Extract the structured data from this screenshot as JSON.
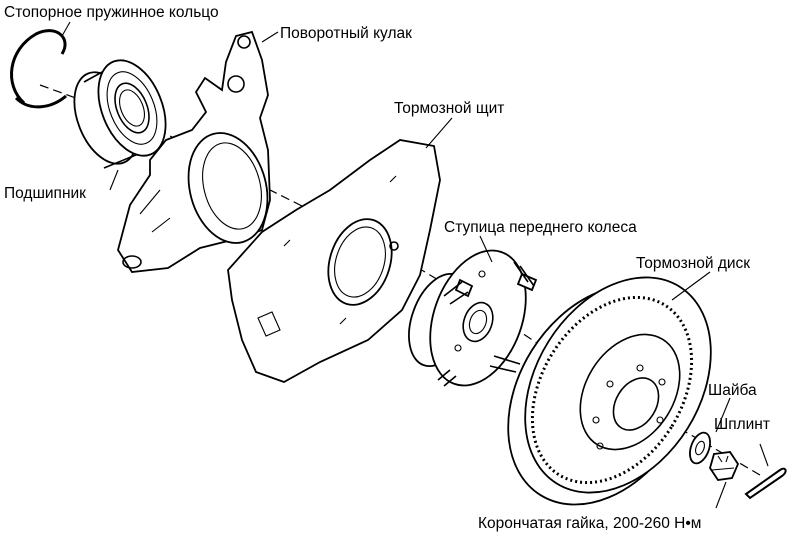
{
  "labels": {
    "snap_ring": "Стопорное пружинное кольцо",
    "knuckle": "Поворотный кулак",
    "brake_shield": "Тормозной щит",
    "bearing": "Подшипник",
    "hub": "Ступица переднего колеса",
    "brake_disc": "Тормозной диск",
    "washer": "Шайба",
    "cotter_pin": "Шплинт",
    "castle_nut": "Корончатая гайка, 200-260 Н•м"
  }
}
